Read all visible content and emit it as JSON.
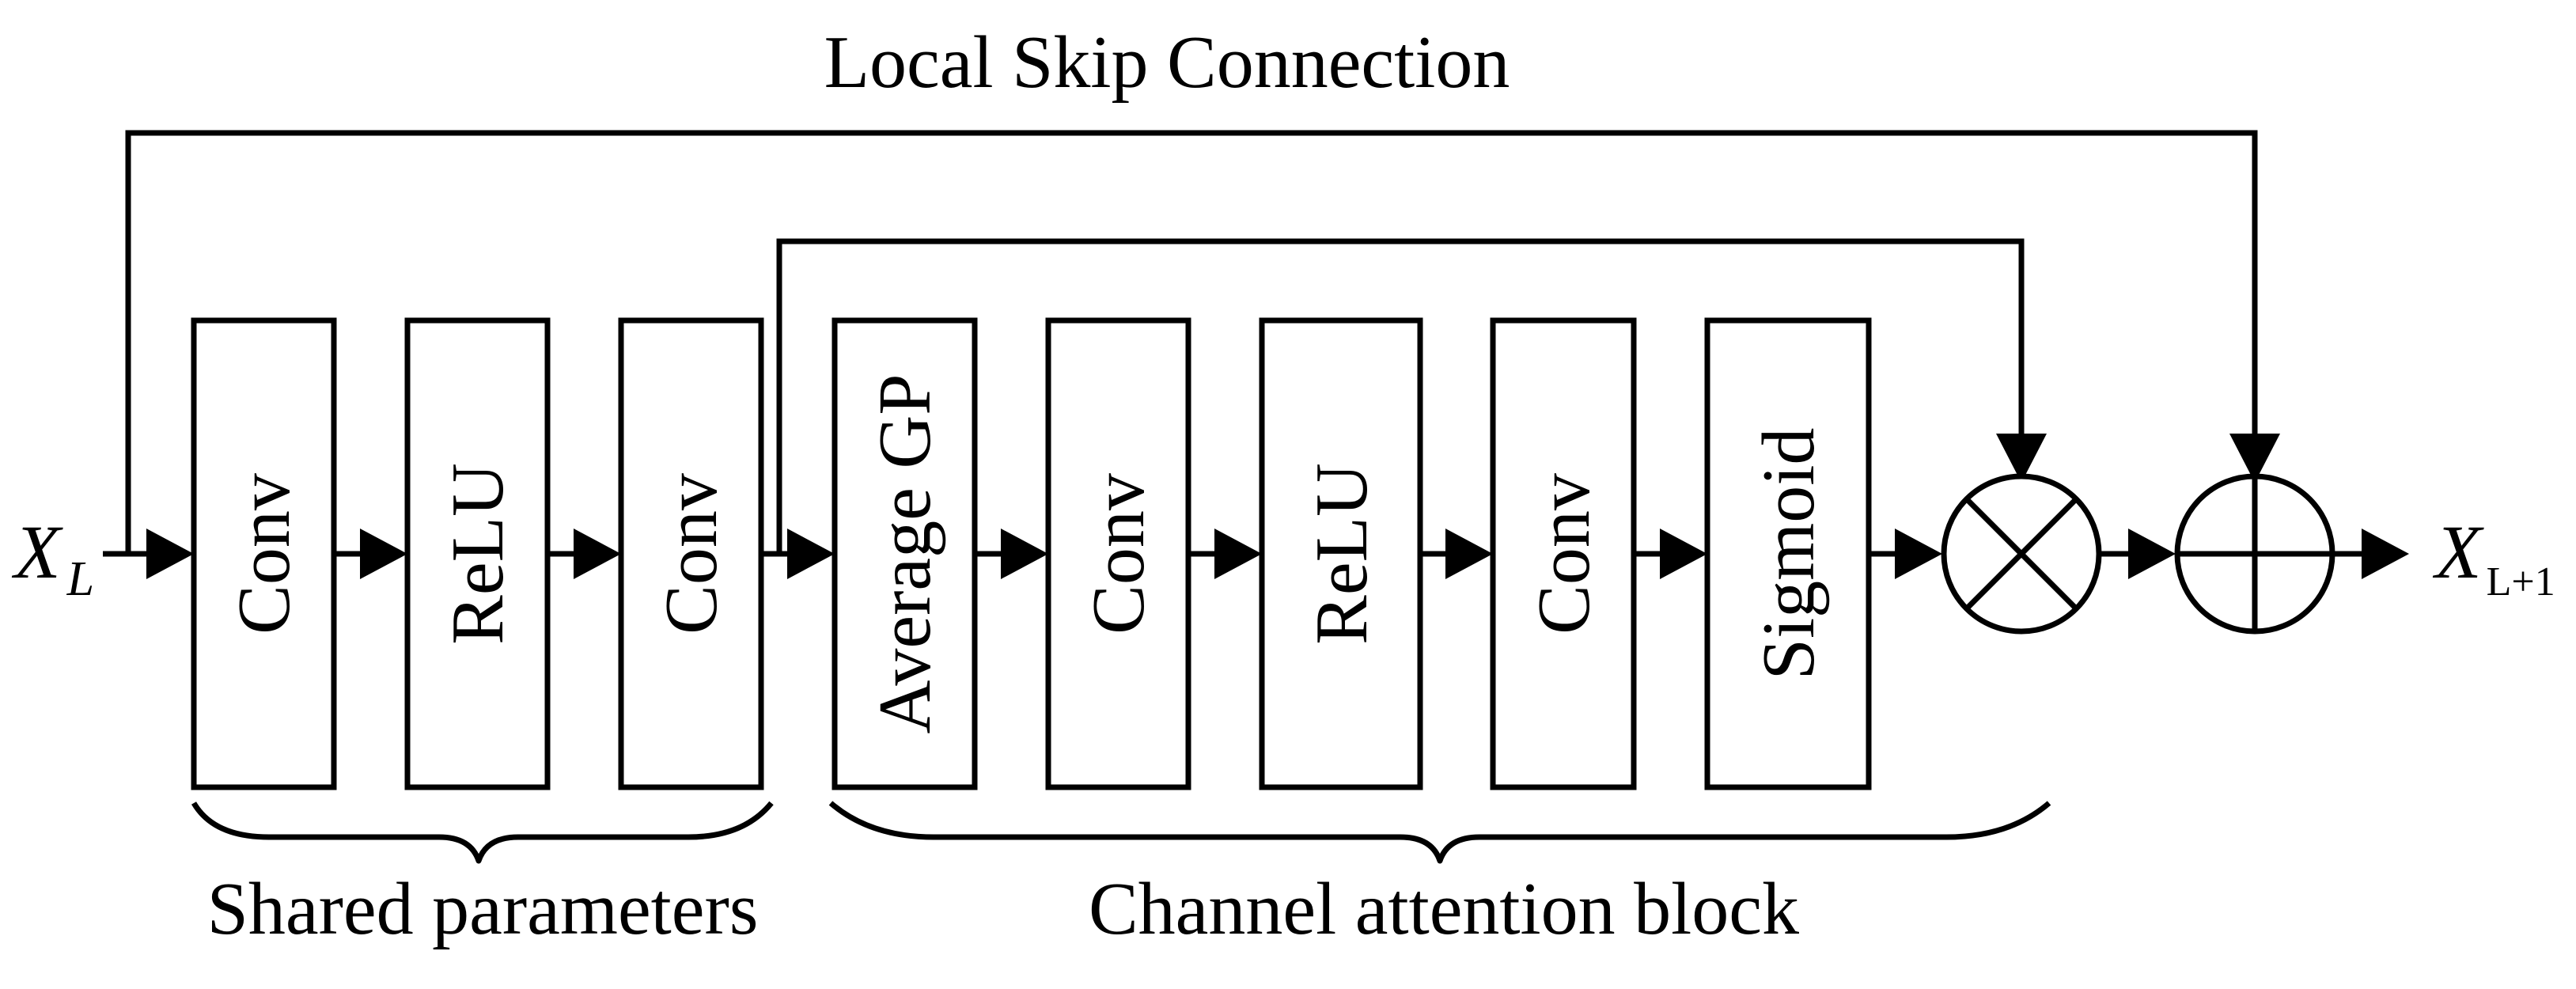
{
  "diagram": {
    "title": "Local Skip Connection",
    "input_label": {
      "main": "X",
      "sub": "L"
    },
    "output_label": {
      "main": "X",
      "sub": "L+1"
    },
    "blocks": [
      {
        "label": "Conv"
      },
      {
        "label": "ReLU"
      },
      {
        "label": "Conv"
      },
      {
        "label": "Average GP"
      },
      {
        "label": "Conv"
      },
      {
        "label": "ReLU"
      },
      {
        "label": "Conv"
      },
      {
        "label": "Sigmoid"
      }
    ],
    "operators": [
      {
        "name": "multiply",
        "symbol": "×"
      },
      {
        "name": "add",
        "symbol": "+"
      }
    ],
    "groups": [
      {
        "label": "Shared parameters"
      },
      {
        "label": "Channel attention block"
      }
    ]
  }
}
